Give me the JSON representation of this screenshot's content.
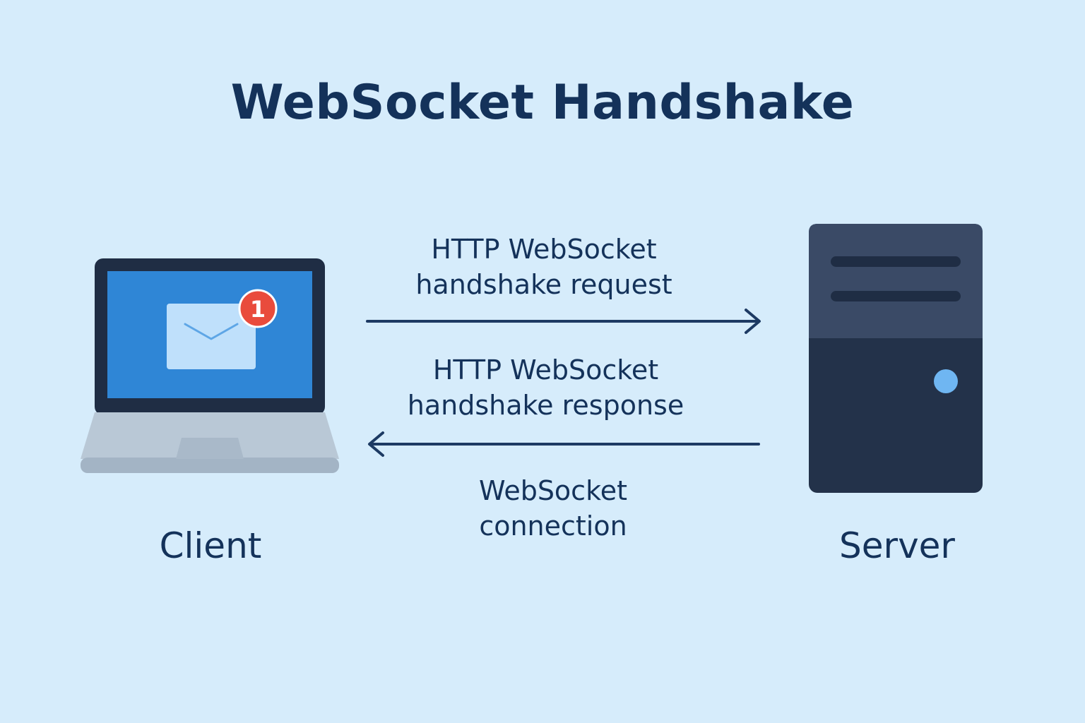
{
  "title": "WebSocket Handshake",
  "nodes": {
    "client": "Client",
    "server": "Server"
  },
  "messages": {
    "request": {
      "line1": "HTTP WebSocket",
      "line2": "handshake request"
    },
    "response": {
      "line1": "HTTP WebSocket",
      "line2": "handshake response"
    },
    "connection": {
      "line1": "WebSocket",
      "line2": "connection"
    }
  },
  "notification": {
    "count": "1"
  },
  "icons": {
    "client": "laptop-icon",
    "notification": "envelope-icon",
    "server": "server-tower-icon"
  },
  "colors": {
    "background": "#d6ecfb",
    "text": "#14325a",
    "arrow": "#1d3a63",
    "screen": "#2f86d6",
    "badge": "#e94b3c",
    "server_top": "#3a4a66",
    "server_bottom": "#23324a",
    "server_led": "#6fb6f2"
  }
}
